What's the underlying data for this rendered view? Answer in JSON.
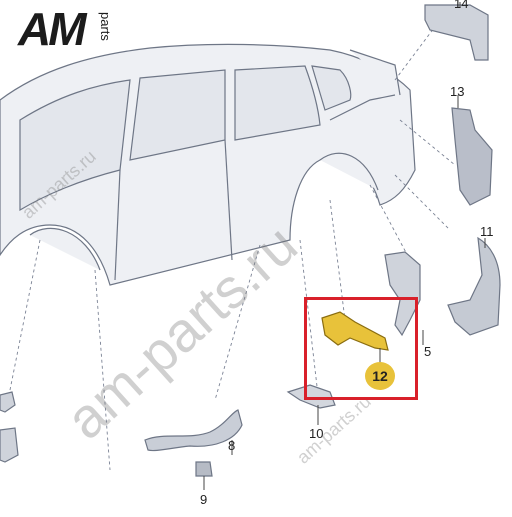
{
  "logo": {
    "brand": "AM",
    "suffix": "parts"
  },
  "watermarks": {
    "main": "am-parts.ru",
    "small": "am-parts.ru"
  },
  "callouts": {
    "p5": "5",
    "p8": "8",
    "p9": "9",
    "p10": "10",
    "p11": "11",
    "p12": "12",
    "p13": "13",
    "p14": "14"
  },
  "colors": {
    "highlight_box": "#d9202a",
    "badge": "#e8c23a",
    "part_highlight": "#e8c23a"
  }
}
